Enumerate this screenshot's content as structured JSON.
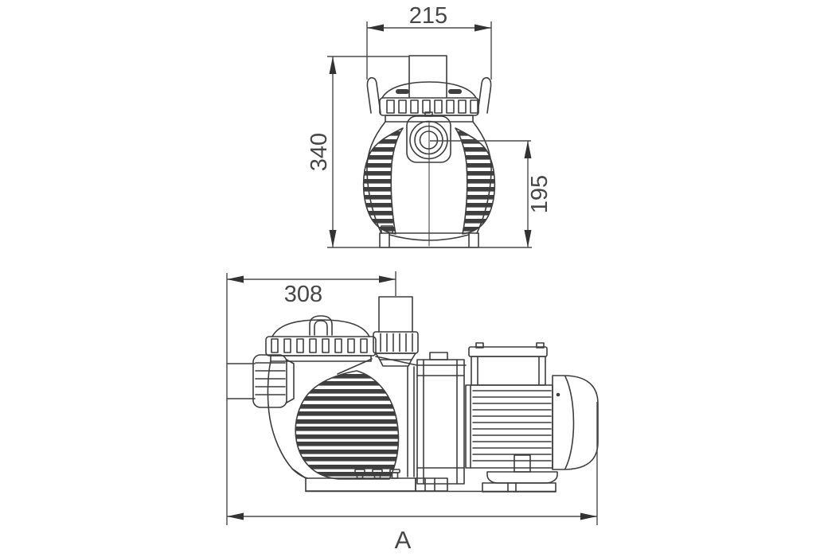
{
  "drawing": {
    "dimension_labels": {
      "front_width": "215",
      "front_height": "340",
      "port_center_height": "195",
      "strainer_length": "308",
      "overall_length": "A"
    },
    "colors": {
      "background": "#ffffff",
      "outline": "#3d3d3d",
      "dimension": "#4a4a4a",
      "arrow": "#333333",
      "text": "#464646",
      "fin": "#3f3f3f"
    }
  }
}
